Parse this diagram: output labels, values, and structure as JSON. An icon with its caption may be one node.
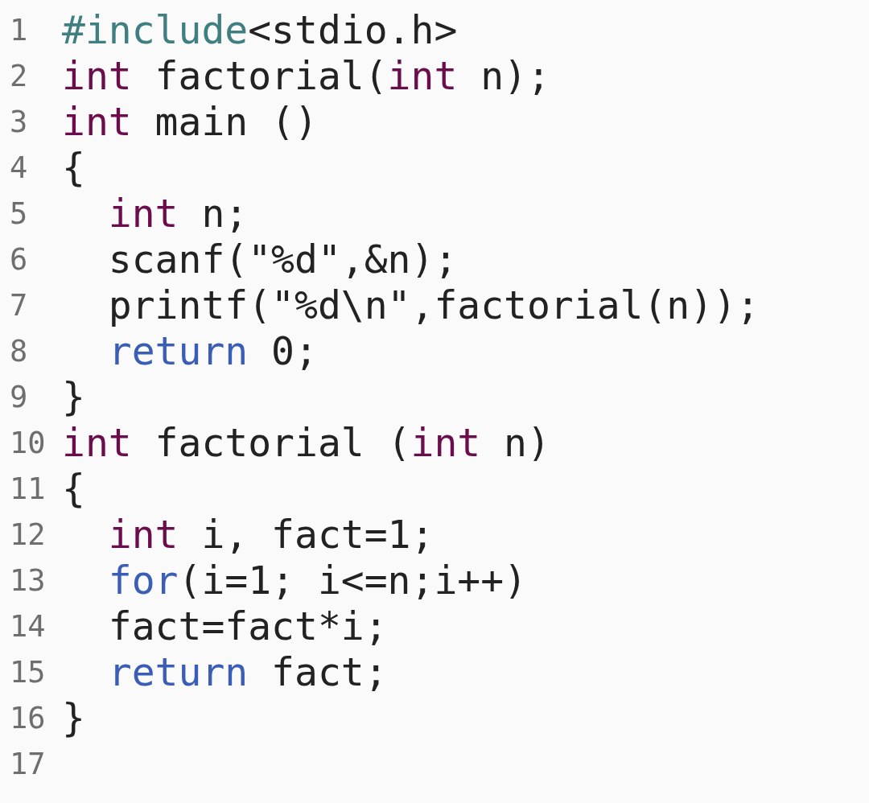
{
  "diagram": {
    "labels": [
      "1",
      "#include",
      "<stdio.h>",
      "2",
      "int",
      "factorial(",
      "int",
      "n);",
      "3",
      "int",
      "main ()",
      "4",
      "{",
      "5",
      "int",
      "n;",
      "6",
      "scanf(\"%d\",&n);",
      "7",
      "printf(\"%d\\n\",factorial(n));",
      "8",
      "return",
      "0;",
      "9",
      "}",
      "10",
      "int",
      "factorial (",
      "int",
      "n)",
      "11",
      "{",
      "12",
      "int",
      "i, fact=1;",
      "13",
      "for",
      "(i=1; i<=n;i++)",
      "14",
      "fact=fact*i;",
      "15",
      "return",
      "fact;",
      "16",
      "}",
      "17"
    ]
  }
}
